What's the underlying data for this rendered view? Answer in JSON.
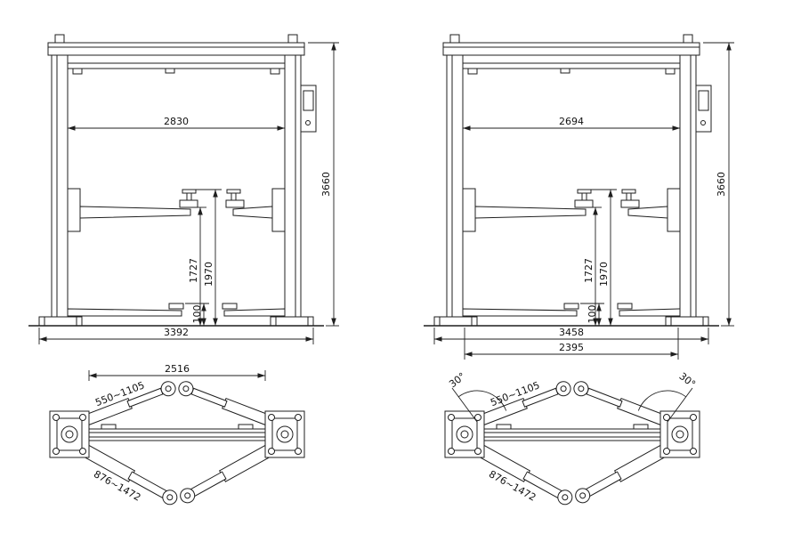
{
  "page": {
    "background_color": "#ffffff",
    "line_color": "#1f1f1f",
    "description": "Technical dimension drawings of two two-post vehicle lifts: front elevation view and arm plan view for each model"
  },
  "diagrams": [
    {
      "id": "left-model",
      "front": {
        "inner_width": "2830",
        "total_height": "3660",
        "lift_height_arm": "1727",
        "lift_height_pad": "1970",
        "min_pad_height": "100",
        "overall_width": "3392"
      },
      "plan": {
        "front_arm_range": "550~1105",
        "span": "2516",
        "rear_arm_range": "876~1472"
      }
    },
    {
      "id": "right-model",
      "front": {
        "inner_width": "2694",
        "total_height": "3660",
        "lift_height_arm": "1727",
        "lift_height_pad": "1970",
        "min_pad_height": "100",
        "overall_width": "3458",
        "drive_through_width": "2395"
      },
      "plan": {
        "front_arm_range": "550~1105",
        "rear_arm_range": "876~1472",
        "swing_angle_left": "30°",
        "swing_angle_right": "30°"
      }
    }
  ]
}
